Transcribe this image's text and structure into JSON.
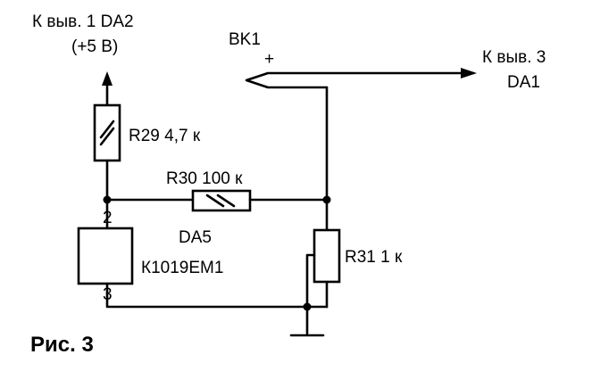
{
  "labels": {
    "da2_line1": "К выв. 1 DA2",
    "da2_line2": "(+5 В)",
    "bk1": "BK1",
    "bk1_plus": "+",
    "da1_line1": "К выв. 3",
    "da1_line2": "DA1",
    "r29": "R29 4,7 к",
    "r30": "R30 100 к",
    "r31": "R31 1 к",
    "pin2": "2",
    "pin3": "3",
    "da5": "DA5",
    "da5_type": "К1019ЕМ1",
    "caption": "Рис. 3"
  }
}
